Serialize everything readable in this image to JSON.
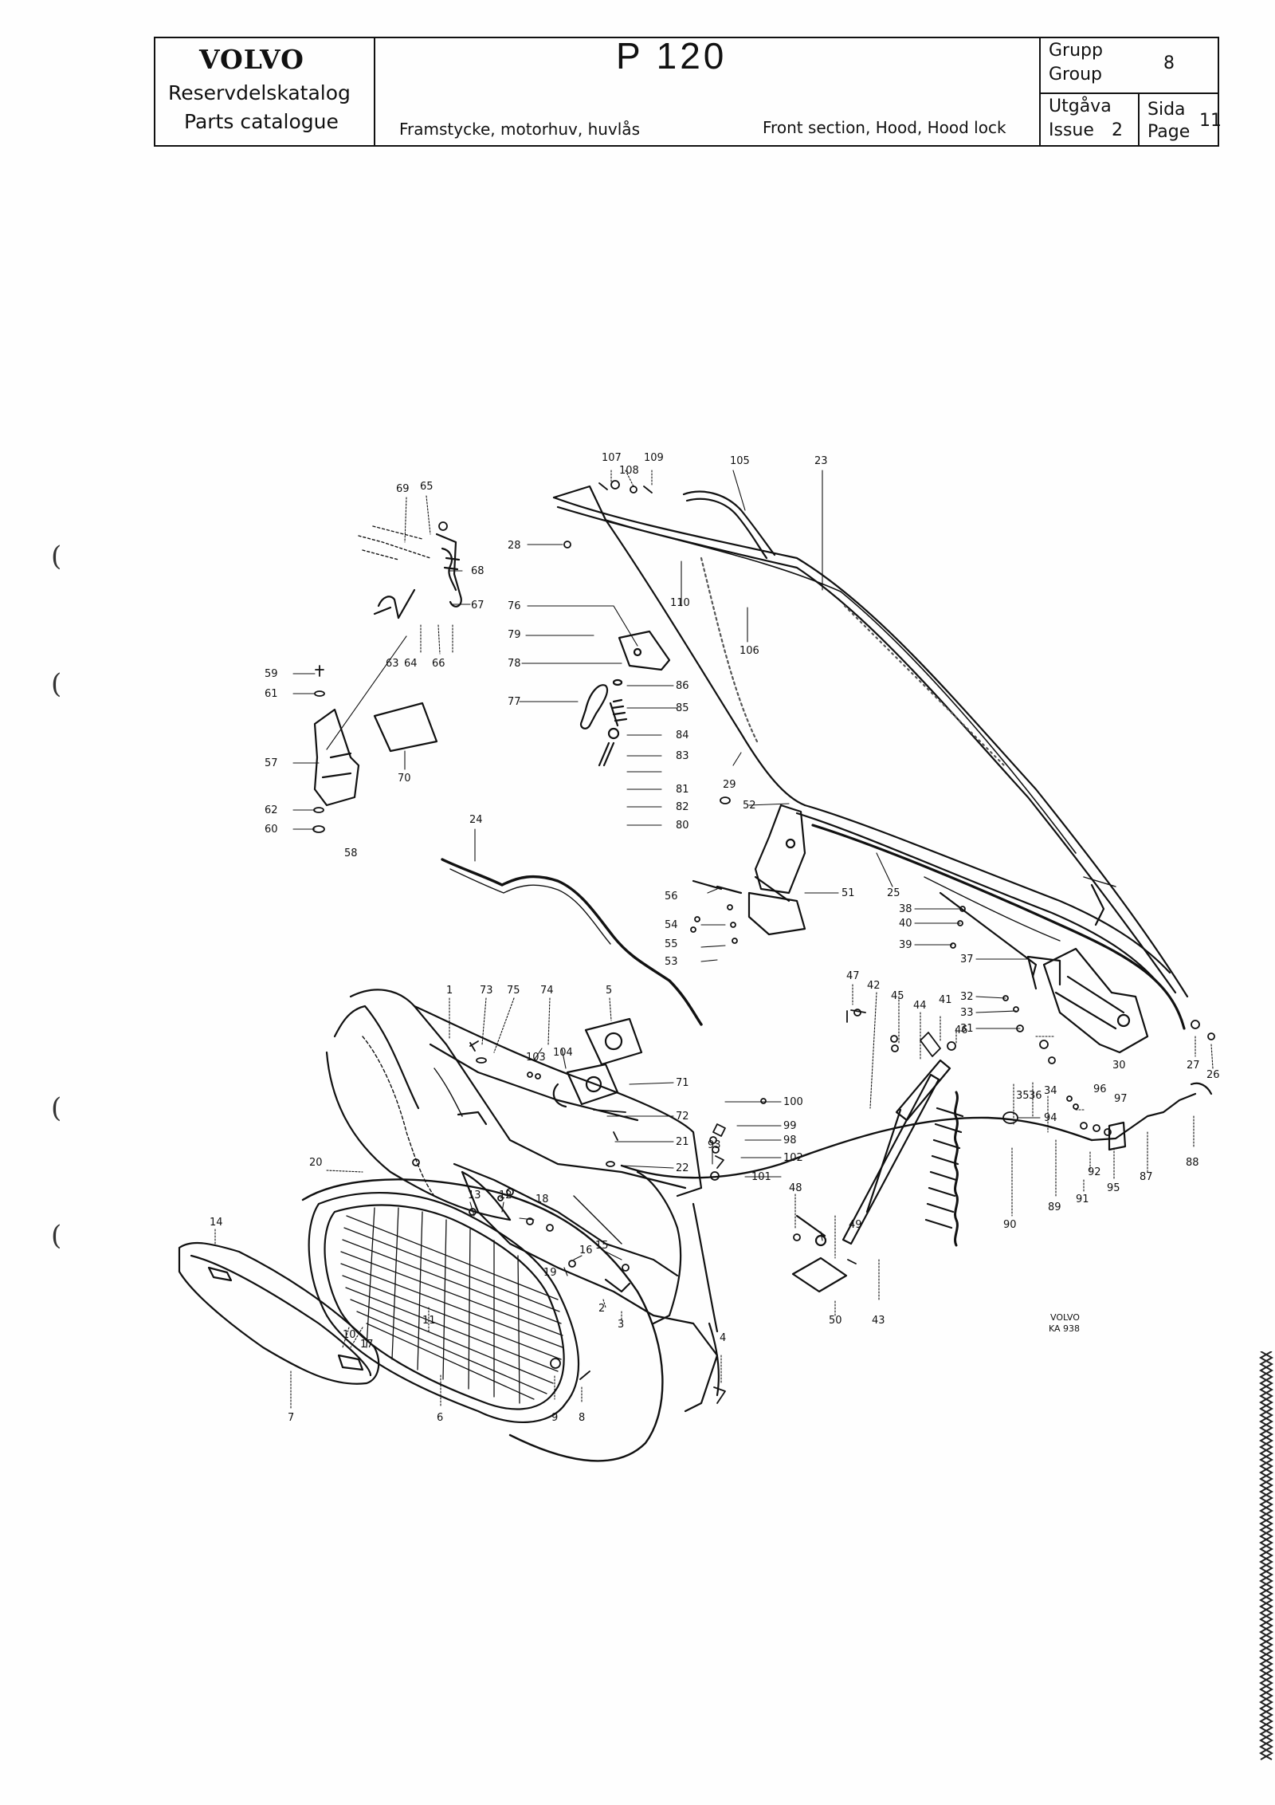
{
  "header": {
    "brand": "VOLVO",
    "catalog_sv": "Reservdelskatalog",
    "catalog_en": "Parts catalogue",
    "model": "P 120",
    "section_sv": "Framstycke, motorhuv, huvlås",
    "section_en": "Front section, Hood, Hood lock",
    "group_sv": "Grupp",
    "group_en": "Group",
    "group_value": "8",
    "issue_sv": "Utgåva",
    "issue_en": "Issue",
    "issue_value": "2",
    "page_sv": "Sida",
    "page_en": "Page",
    "page_value": "11"
  },
  "diagram": {
    "stamp_line1": "VOLVO",
    "stamp_line2": "KA 938",
    "callouts": [
      "107",
      "108",
      "109",
      "105",
      "23",
      "69",
      "65",
      "28",
      "68",
      "67",
      "110",
      "76",
      "106",
      "79",
      "78",
      "86",
      "85",
      "77",
      "84",
      "83",
      "59",
      "61",
      "63",
      "64",
      "66",
      "70",
      "57",
      "81",
      "29",
      "82",
      "52",
      "80",
      "62",
      "60",
      "58",
      "24",
      "56",
      "51",
      "25",
      "38",
      "40",
      "39",
      "37",
      "54",
      "55",
      "53",
      "47",
      "42",
      "45",
      "44",
      "41",
      "46",
      "32",
      "33",
      "31",
      "30",
      "27",
      "26",
      "35",
      "36",
      "34",
      "96",
      "97",
      "94",
      "88",
      "92",
      "87",
      "95",
      "91",
      "89",
      "90",
      "1",
      "73",
      "75",
      "74",
      "5",
      "103",
      "104",
      "71",
      "100",
      "72",
      "99",
      "21",
      "93",
      "98",
      "102",
      "22",
      "101",
      "48",
      "49",
      "50",
      "43",
      "20",
      "14",
      "13",
      "12",
      "18",
      "16",
      "15",
      "19",
      "11",
      "2",
      "3",
      "4",
      "10",
      "17",
      "7",
      "6",
      "9",
      "8"
    ]
  },
  "colors": {
    "ink": "#111111",
    "paper": "#fefefe"
  }
}
